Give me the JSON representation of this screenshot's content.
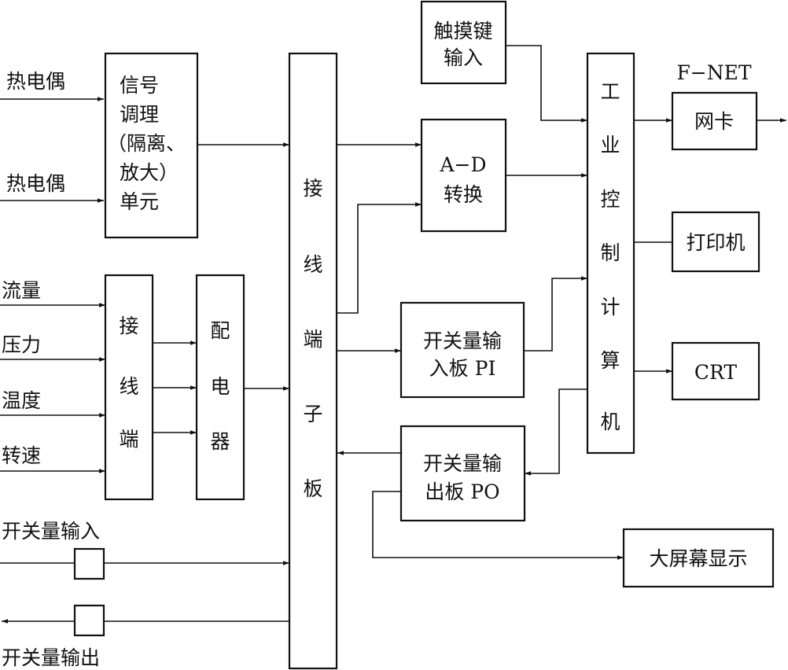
{
  "inputs": {
    "thermocouple_1": "热电偶",
    "thermocouple_2": "热电偶",
    "flow": "流量",
    "pressure": "压力",
    "temperature": "温度",
    "speed": "转速",
    "switch_input": "开关量输入",
    "switch_output": "开关量输出"
  },
  "signal_conditioning": {
    "line1": "信号",
    "line2": "调理",
    "line3": "（隔离、",
    "line4": "放大）",
    "line5": "单元"
  },
  "terminal_small": [
    "接",
    "线",
    "端"
  ],
  "relay": [
    "配",
    "电",
    "器"
  ],
  "terminal_board": [
    "接",
    "线",
    "端",
    "子",
    "板"
  ],
  "touch_key": {
    "line1": "触摸键",
    "line2": "输入"
  },
  "ad_converter": {
    "line1": "A−D",
    "line2": "转换"
  },
  "pi_board": {
    "line1": "开关量输",
    "line2": "入板 PI"
  },
  "po_board": {
    "line1": "开关量输",
    "line2": "出板 PO"
  },
  "ipc": [
    "工",
    "业",
    "控",
    "制",
    "计",
    "算",
    "机"
  ],
  "fnet_label": "F−NET",
  "network_card": "网卡",
  "printer": "打印机",
  "crt": "CRT",
  "big_screen": "大屏幕显示"
}
